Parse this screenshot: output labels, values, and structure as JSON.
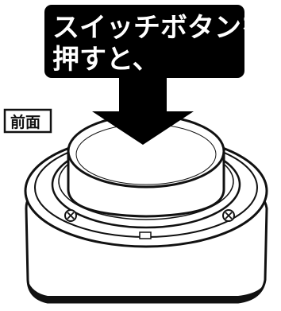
{
  "callout": {
    "line1": "スイッチボタンを",
    "line2": "押すと、"
  },
  "side_label": "前面"
}
